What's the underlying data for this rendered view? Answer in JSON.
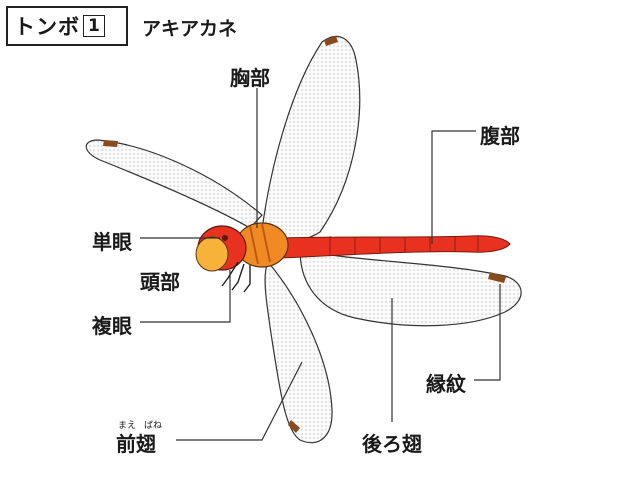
{
  "header": {
    "title": "トンボ",
    "number": "1",
    "species": "アキアカネ"
  },
  "labels": {
    "chest": "胸部",
    "abdomen": "腹部",
    "ocellus": "単眼",
    "head": "頭部",
    "compound_eye": "複眼",
    "forewing": "前翅",
    "forewing_ruby_1": "まえ",
    "forewing_ruby_2": "ばね",
    "hindwing": "後ろ翅",
    "pterostigma": "縁紋"
  },
  "colors": {
    "body_red": "#e8321f",
    "body_orange": "#f08a24",
    "eye_orange": "#f7b23a",
    "wing_fill": "#fbfbfb",
    "wing_vein": "#555555",
    "pterostigma": "#8a4a1e",
    "leader_line": "#333333"
  }
}
